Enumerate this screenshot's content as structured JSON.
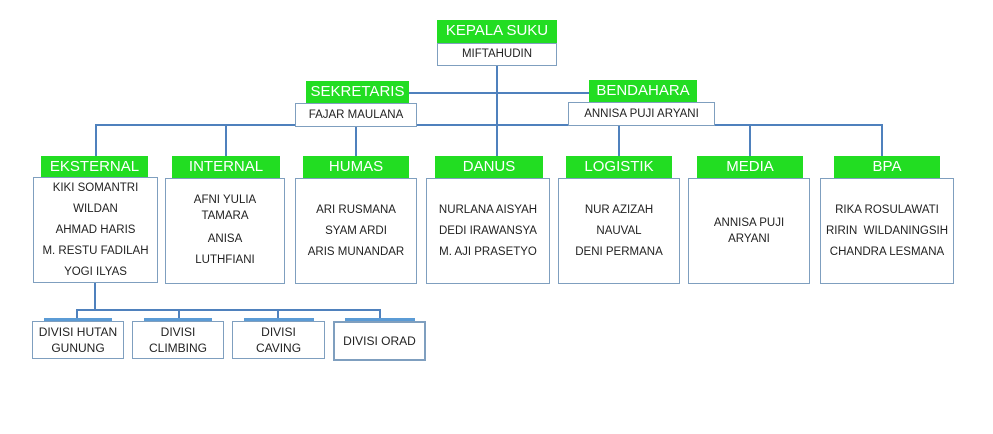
{
  "leader": {
    "title": "KEPALA SUKU",
    "name": "MIFTAHUDIN"
  },
  "secretary": {
    "title": "SEKRETARIS",
    "name": "FAJAR MAULANA"
  },
  "treasurer": {
    "title": "BENDAHARA",
    "name": "ANNISA PUJI ARYANI"
  },
  "divisions": [
    {
      "title": "EKSTERNAL",
      "members": [
        "KIKI SOMANTRI",
        "WILDAN",
        "AHMAD HARIS",
        "M. RESTU FADILAH",
        "YOGI ILYAS"
      ]
    },
    {
      "title": "INTERNAL",
      "members": [
        "AFNI YULIA TAMARA",
        "ANISA LUTHFIANI"
      ]
    },
    {
      "title": "HUMAS",
      "members": [
        "ARI RUSMANA",
        "SYAM ARDI",
        "ARIS MUNANDAR"
      ]
    },
    {
      "title": "DANUS",
      "members": [
        "NURLANA AISYAH",
        "DEDI IRAWANSYA",
        "M. AJI PRASETYO"
      ]
    },
    {
      "title": "LOGISTIK",
      "members": [
        "NUR AZIZAH",
        "NAUVAL",
        "DENI PERMANA"
      ]
    },
    {
      "title": "MEDIA",
      "members": [
        "ANNISA PUJI ARYANI"
      ]
    },
    {
      "title": "BPA",
      "members": [
        "RIKA ROSULAWATI",
        "RIRIN  WILDANINGSIH",
        "CHANDRA LESMANA"
      ]
    }
  ],
  "subdivisions": [
    "DIVISI HUTAN GUNUNG",
    "DIVISI CLIMBING",
    "DIVISI CAVING",
    "DIVISI ORAD"
  ],
  "colors": {
    "header_fill": "#22dd22",
    "header_text": "#ffffff",
    "connector": "#4f81bd",
    "box_border": "#7f9fbf",
    "sub_bar": "#5b9bd5"
  }
}
